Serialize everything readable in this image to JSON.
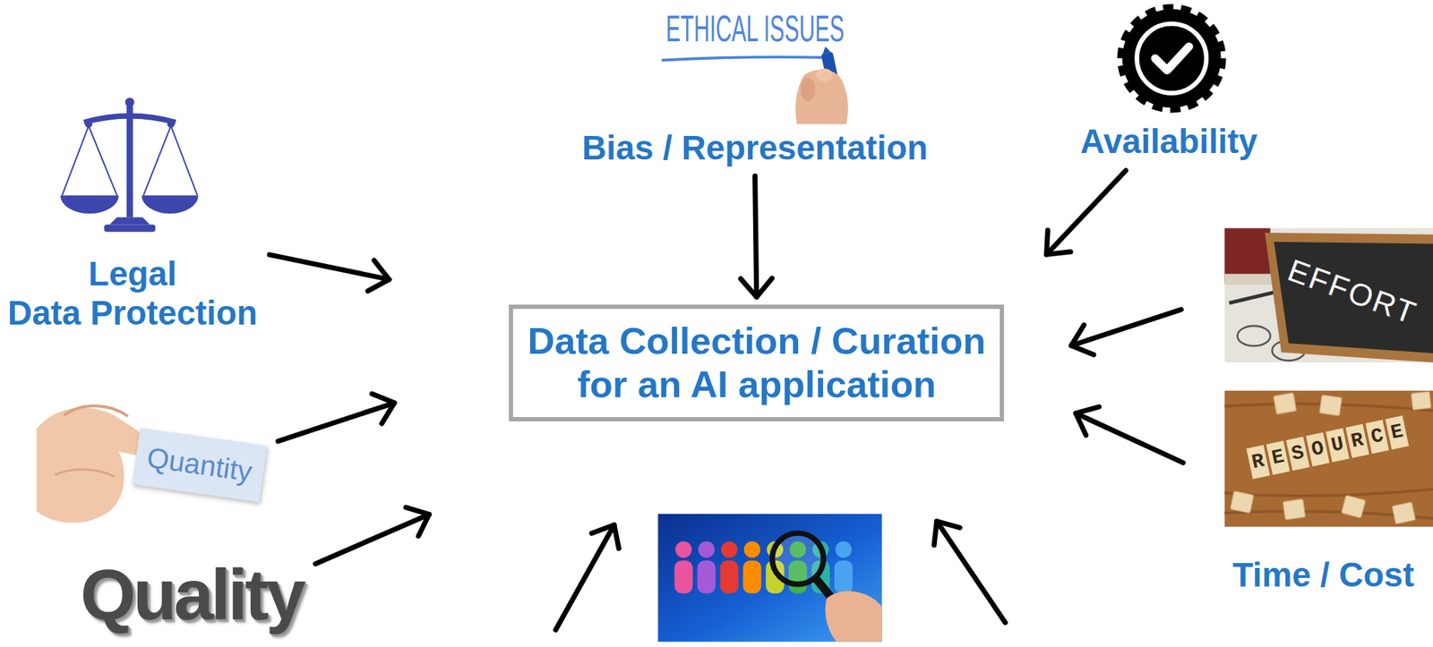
{
  "diagram": {
    "nodes": [
      {
        "text": [
          "Data Collection / Curation for an AI application"
        ]
      },
      {
        "text": [
          "Legal Data Protection"
        ]
      },
      {
        "text": [
          "Quantity"
        ]
      },
      {
        "text": [
          "Quality"
        ]
      },
      {
        "text": [
          "ETHICAL ISSUES",
          "Bias / Representation"
        ]
      },
      {
        "text": [
          "Availability"
        ]
      },
      {
        "text": [
          "EFFORT"
        ]
      },
      {
        "text": [
          "RESOURCE"
        ]
      }
    ],
    "edges": [
      {
        "from": 1,
        "to": 0,
        "arrow": "to"
      },
      {
        "from": 2,
        "to": 0,
        "arrow": "to"
      },
      {
        "from": 3,
        "to": 0,
        "arrow": "to"
      },
      {
        "from": 4,
        "to": 0,
        "arrow": "to"
      },
      {
        "from": 5,
        "to": 0,
        "arrow": "to"
      },
      {
        "from": 6,
        "to": 0,
        "arrow": "to"
      },
      {
        "from": 7,
        "to": 0,
        "arrow": "to"
      }
    ],
    "labels": [
      "Time / Cost"
    ]
  }
}
